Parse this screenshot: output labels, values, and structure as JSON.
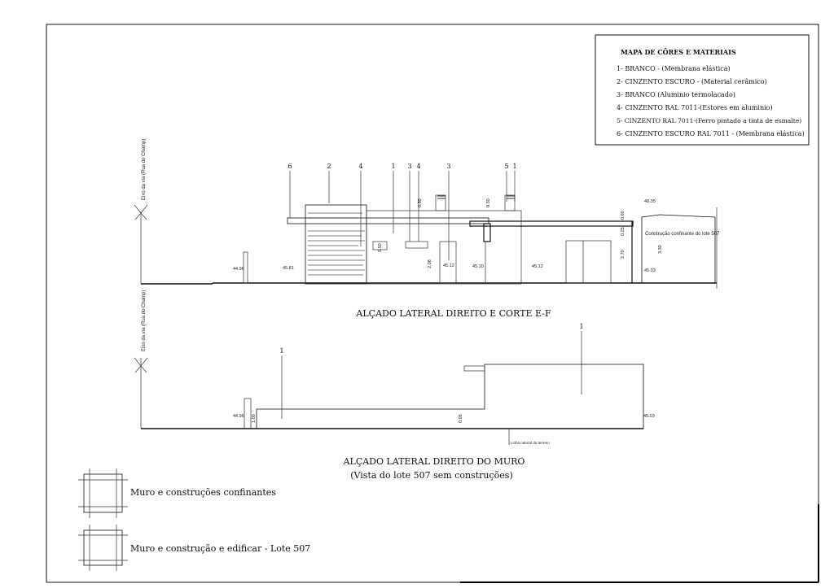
{
  "legend_box": {
    "title": "MAPA DE CÔRES E MATERIAIS",
    "items": [
      "1- BRANCO - (Membrana elástica)",
      "2- CINZENTO ESCURO - (Material cerâmico)",
      "3- BRANCO (Aluminio termolacado)",
      "4- CINZENTO RAL 7011-(Estores em aluminio)",
      "5- CINZENTO RAL 7011-(Ferro pintado a tinta de esmalte)",
      "6- CINZENTO ESCURO RAL 7011 - (Membrana elástica)"
    ]
  },
  "elevation_1": {
    "title": "ALÇADO LATERAL DIREITO E CORTE E-F",
    "axis_label": "Eixo da via (Rua do Champ)",
    "callouts": [
      "6",
      "2",
      "4",
      "1",
      "3",
      "4",
      "3",
      "5",
      "1"
    ],
    "levels": [
      "44.96",
      "45.81",
      "45.12",
      "45.10",
      "45.12",
      "48.35",
      "45.03"
    ],
    "dimensions": [
      "0.50",
      "0.50",
      "2.08",
      "0.50",
      "0.60",
      "0.25",
      "2.70",
      "3.30"
    ],
    "neighbour_label": "Construção confinante do lote 507"
  },
  "elevation_2": {
    "title": "ALÇADO LATERAL DIREITO DO MURO",
    "subtitle": "(Vista do lote 507 sem construções)",
    "axis_label": "Eixo da via (Rua do Champ)",
    "callouts": [
      "1",
      "1"
    ],
    "levels": [
      "44.96",
      "45.03"
    ],
    "dimensions": [
      "1.00",
      "0.96"
    ],
    "terrain_label": "Linha natural do terreno"
  },
  "key": {
    "hatch_label": "Muro e construções confinantes",
    "stipple_label": "Muro e construção e edificar - Lote 507"
  }
}
